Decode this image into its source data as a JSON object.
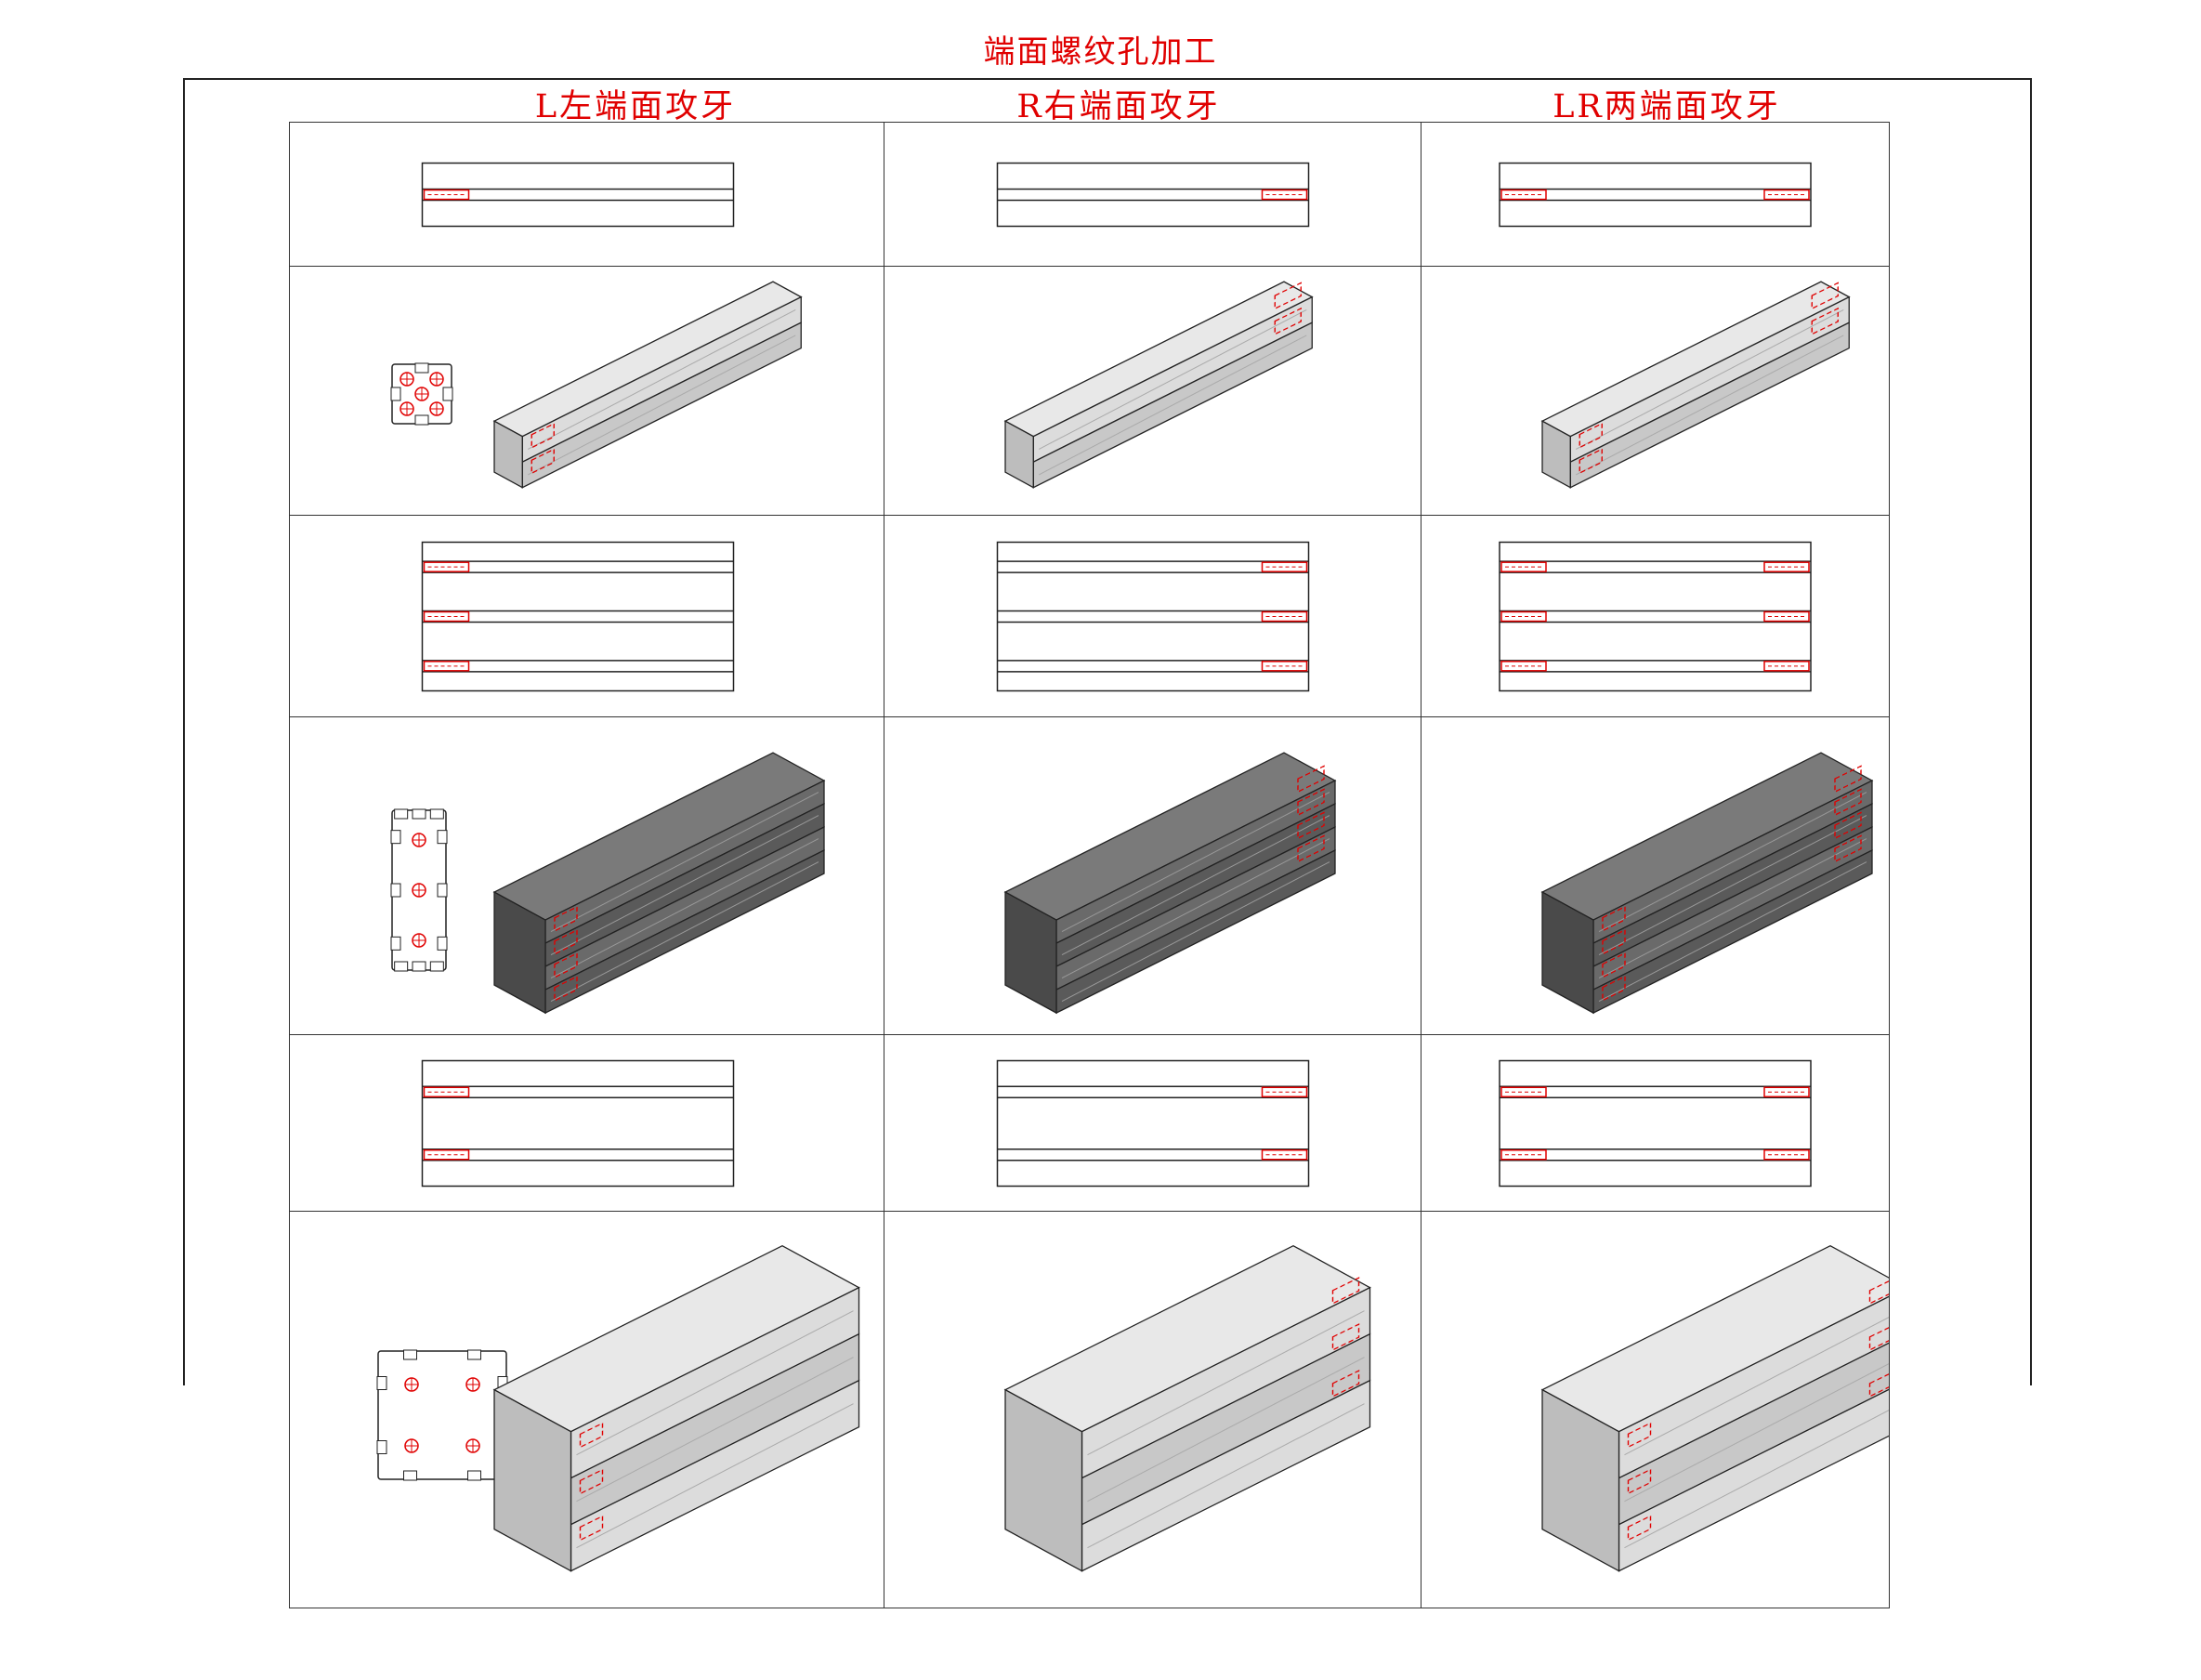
{
  "page": {
    "title": "端面螺纹孔加工"
  },
  "columns": [
    {
      "label": "L左端面攻牙",
      "mode": "left"
    },
    {
      "label": "R右端面攻牙",
      "mode": "right"
    },
    {
      "label": "LR两端面攻牙",
      "mode": "both"
    }
  ],
  "rows": [
    {
      "kind": "side",
      "slots": 1
    },
    {
      "kind": "iso",
      "profile": "2020",
      "slots": 1
    },
    {
      "kind": "side",
      "slots": 3
    },
    {
      "kind": "iso",
      "profile": "2060",
      "slots": 3,
      "dark": true
    },
    {
      "kind": "side",
      "slots": 2
    },
    {
      "kind": "iso",
      "profile": "4040",
      "slots": 2
    }
  ],
  "colors": {
    "accent": "#e00000",
    "line": "#222222",
    "metal_light": "#e8e8e8",
    "metal_mid": "#c8c8c8",
    "metal_dark": "#5a5a5a"
  }
}
